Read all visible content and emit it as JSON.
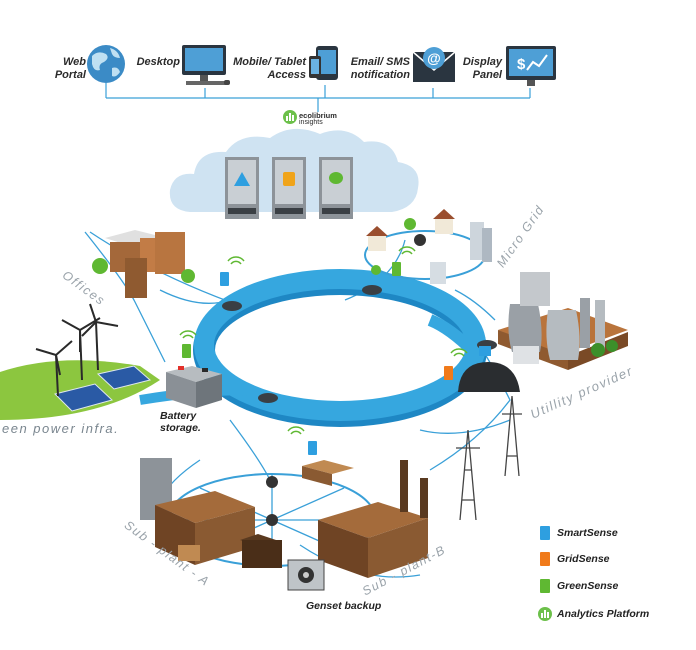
{
  "access_channels": [
    {
      "label": "Web\nPortal",
      "icon": "globe-icon"
    },
    {
      "label": "Desktop",
      "icon": "desktop-icon"
    },
    {
      "label": "Mobile/ Tablet\nAccess",
      "icon": "mobile-icon"
    },
    {
      "label": "Email/ SMS\nnotification",
      "icon": "email-icon"
    },
    {
      "label": "Display\nPanel",
      "icon": "display-panel-icon"
    }
  ],
  "brand": {
    "name": "ecolibrium",
    "sub": "insights"
  },
  "areas": {
    "offices": "Offices",
    "micro_grid": "Micro Grid",
    "utility": "Utillity provider",
    "green_power": "een power infra.",
    "sub_plant_a": "Sub - plant - A",
    "sub_plant_b": "Sub - plant-B"
  },
  "captions": {
    "battery": "Battery\nstorage.",
    "genset": "Genset backup"
  },
  "legend": [
    {
      "label": "SmartSense",
      "color": "#2e9fe0"
    },
    {
      "label": "GridSense",
      "color": "#f07a1a"
    },
    {
      "label": "GreenSense",
      "color": "#5fb832"
    },
    {
      "label": "Analytics Platform",
      "color": "#6cc04a"
    }
  ],
  "colors": {
    "ring": "#36a7df",
    "ring_dark": "#1e87c4",
    "cloud": "#cfe3f2",
    "line": "#3aa0d8"
  }
}
